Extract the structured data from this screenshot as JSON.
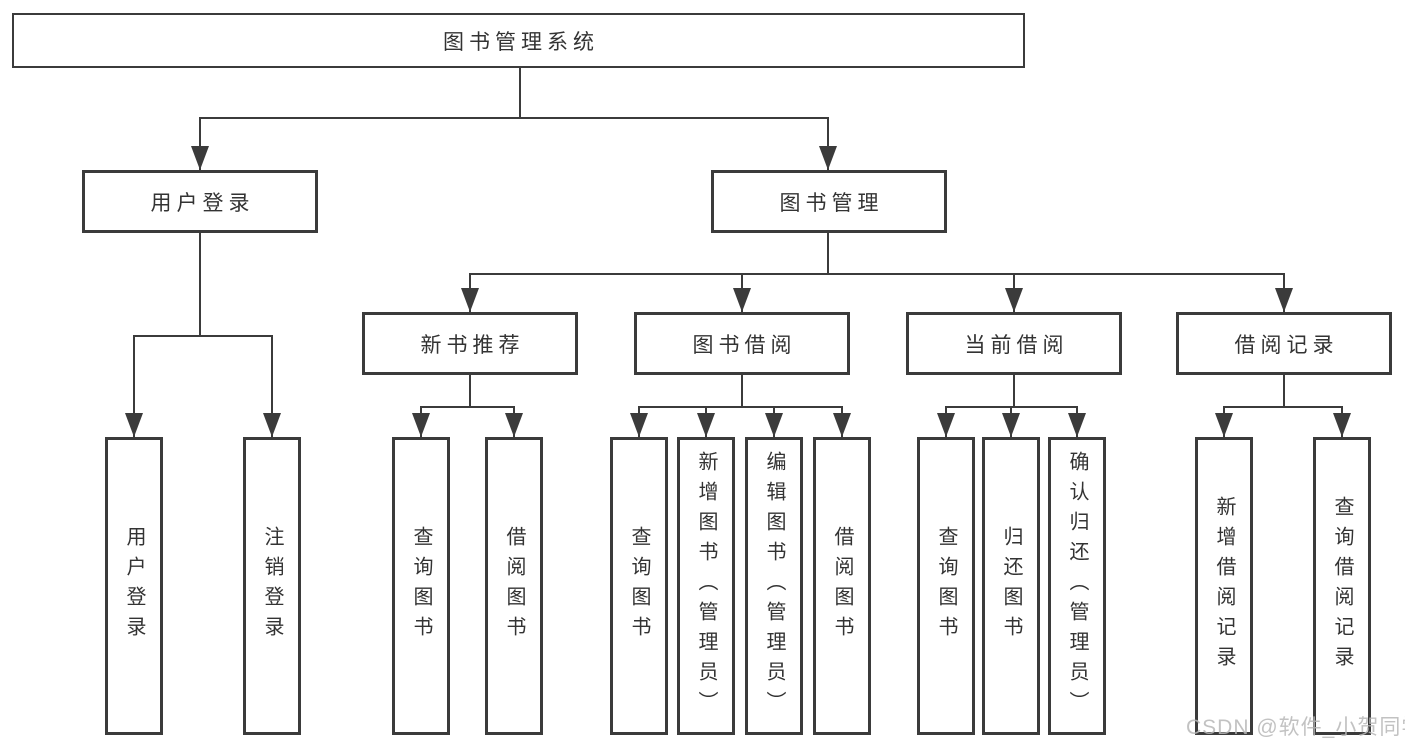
{
  "nodes": {
    "root": {
      "label": "图书管理系统"
    },
    "user_login": {
      "label": "用户登录",
      "children": [
        "用户登录",
        "注销登录"
      ]
    },
    "book_mgmt": {
      "label": "图书管理"
    },
    "new_books": {
      "label": "新书推荐",
      "children": [
        "查询图书",
        "借阅图书"
      ]
    },
    "book_borrow": {
      "label": "图书借阅",
      "children": [
        "查询图书",
        "新增图书（管理员）",
        "编辑图书（管理员）",
        "借阅图书"
      ]
    },
    "current_borrow": {
      "label": "当前借阅",
      "children": [
        "查询图书",
        "归还图书",
        "确认归还（管理员）"
      ]
    },
    "borrow_records": {
      "label": "借阅记录",
      "children": [
        "新增借阅记录",
        "查询借阅记录"
      ]
    }
  },
  "watermark": {
    "text": "CSDN @软件_小贺同学"
  },
  "colors": {
    "line": "#3b3b3b",
    "text": "#333333",
    "background": "#ffffff",
    "watermark_text": "#b8b8b8"
  }
}
